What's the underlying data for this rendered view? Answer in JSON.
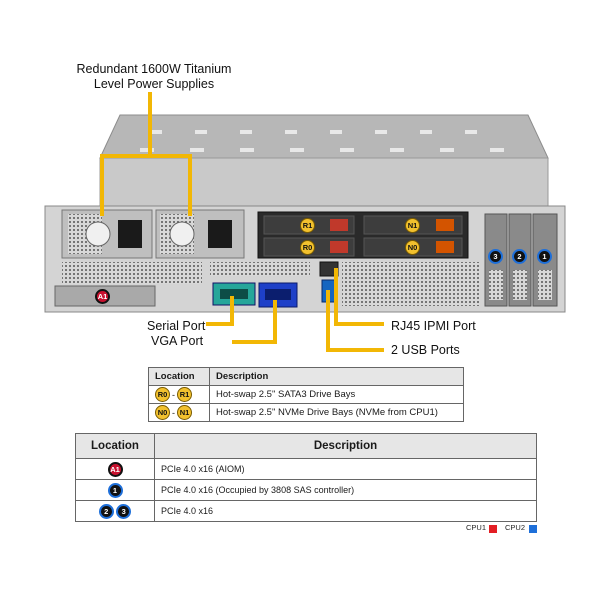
{
  "callouts": {
    "power_line1": "Redundant  1600W Titanium",
    "power_line2": "Level Power Supplies",
    "serial": "Serial Port",
    "vga": "VGA Port",
    "ipmi": "RJ45 IPMI Port",
    "usb": "2 USB Ports"
  },
  "chassis_badges": {
    "r1": "R1",
    "r0": "R0",
    "n1": "N1",
    "n0": "N0",
    "a1": "A1",
    "s1": "1",
    "s2": "2",
    "s3": "3"
  },
  "drive_table": {
    "col_location": "Location",
    "col_description": "Description",
    "rows": [
      {
        "from": "R0",
        "to": "R1",
        "sep": "-",
        "text": "Hot-swap  2.5\" SATA3  Drive  Bays"
      },
      {
        "from": "N0",
        "to": "N1",
        "sep": "-",
        "text": "Hot-swap  2.5\" NVMe  Drive  Bays  (NVMe from  CPU1)"
      }
    ]
  },
  "slot_table": {
    "col_location": "Location",
    "col_description": "Description",
    "rows": [
      {
        "badges": [
          "A1"
        ],
        "text": "PCIe 4.0 x16 (AIOM)"
      },
      {
        "badges": [
          "1"
        ],
        "text": "PCIe 4.0 x16  (Occupied by 3808 SAS controller)"
      },
      {
        "badges": [
          "2",
          "3"
        ],
        "text": "PCIe 4.0 x16"
      }
    ]
  },
  "legend": {
    "cpu1": "CPU1",
    "cpu2": "CPU2",
    "cpu1_color": "#e31e24",
    "cpu2_color": "#1e6fd9"
  },
  "colors": {
    "callout_line": "#f2b705",
    "sata_badge": "#f2c12e",
    "aiom_badge": "#c8102e"
  }
}
